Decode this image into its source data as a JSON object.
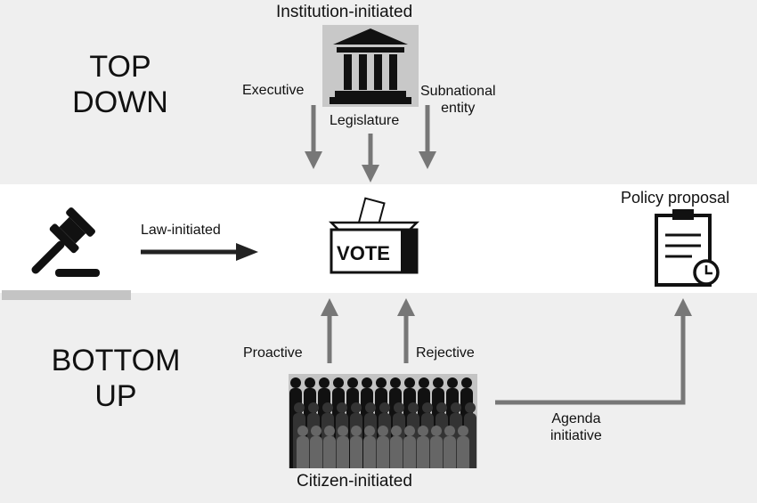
{
  "top_label": [
    "TOP",
    "DOWN"
  ],
  "bottom_label": [
    "BOTTOM",
    "UP"
  ],
  "institution_initiated": "Institution-initiated",
  "executive": "Executive",
  "legislature": "Legislature",
  "subnational": [
    "Subnational",
    "entity"
  ],
  "law_initiated": "Law-initiated",
  "vote": "VOTE",
  "policy_proposal": "Policy proposal",
  "proactive": "Proactive",
  "rejective": "Rejective",
  "agenda": [
    "Agenda",
    "initiative"
  ],
  "citizen_initiated": "Citizen-initiated"
}
